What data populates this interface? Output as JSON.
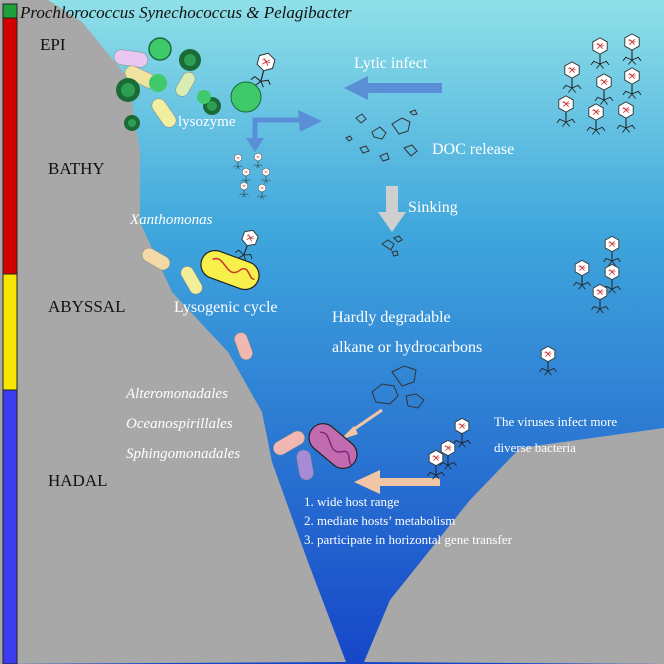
{
  "header": {
    "taxa": "Prochlorococcus  Synechococcus & Pelagibacter"
  },
  "zones": [
    {
      "label": "EPI",
      "color": "#d40000"
    },
    {
      "label": "BATHY",
      "color": "#d40000"
    },
    {
      "label": "ABYSSAL",
      "color": "#f7e600"
    },
    {
      "label": "HADAL",
      "color": "#3c3cf0"
    }
  ],
  "labels": {
    "lytic": "Lytic infect",
    "lysozyme": "lysozyme",
    "doc": "DOC release",
    "sinking": "Sinking",
    "xanthomonas": "Xanthomonas",
    "lysogenic": "Lysogenic cycle",
    "hardly1": "Hardly degradable",
    "hardly2": "alkane or hydrocarbons",
    "order1": "Alteromonadales",
    "order2": "Oceanospirillales",
    "order3": "Sphingomonadales",
    "viruses1": "The viruses infect more",
    "viruses2": "diverse bacteria"
  },
  "features": [
    "1. wide host range",
    "2. mediate hosts’ metabolism",
    "3. participate in horizontal gene transfer"
  ],
  "colors": {
    "sea_top": "#8fe0e8",
    "sea_bottom": "#1646c8",
    "land": "#a8a8a8",
    "arrow_blue": "#5a8fd8",
    "arrow_peach": "#f2c6a4",
    "arrow_gray": "#cfcfcf",
    "cell_green": "#3fc96a",
    "cell_dark": "#1a6b35"
  },
  "icons": [
    "bacteriophage-icon",
    "bacterium-icon",
    "dna-icon",
    "debris-icon"
  ]
}
